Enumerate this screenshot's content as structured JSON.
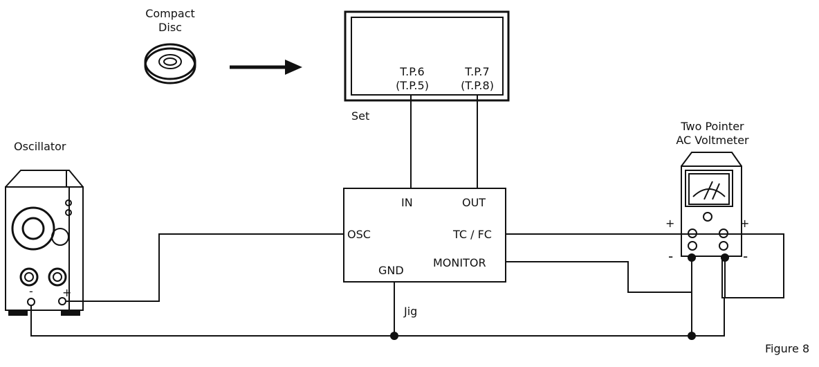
{
  "labels": {
    "compact_disc_line1": "Compact",
    "compact_disc_line2": "Disc",
    "set": "Set",
    "tp6": "T.P.6",
    "tp5": "(T.P.5)",
    "tp7": "T.P.7",
    "tp8": "(T.P.8)",
    "oscillator": "Oscillator",
    "voltmeter_line1": "Two Pointer",
    "voltmeter_line2": "AC Voltmeter",
    "jig_in": "IN",
    "jig_out": "OUT",
    "jig_osc": "OSC",
    "jig_tcfc": "TC / FC",
    "jig_gnd": "GND",
    "jig_monitor": "MONITOR",
    "jig": "Jig",
    "osc_minus": "-",
    "osc_plus": "+",
    "vm_plus_left": "+",
    "vm_plus_right": "+",
    "vm_minus_left": "-",
    "vm_minus_right": "-",
    "figure": "Figure 8"
  },
  "icons": {
    "compact_disc": "compact-disc-icon",
    "arrow": "arrow-right-icon",
    "oscillator": "oscillator-device-icon",
    "voltmeter": "ac-voltmeter-device-icon"
  },
  "colors": {
    "line": "#111111",
    "background": "#ffffff"
  }
}
